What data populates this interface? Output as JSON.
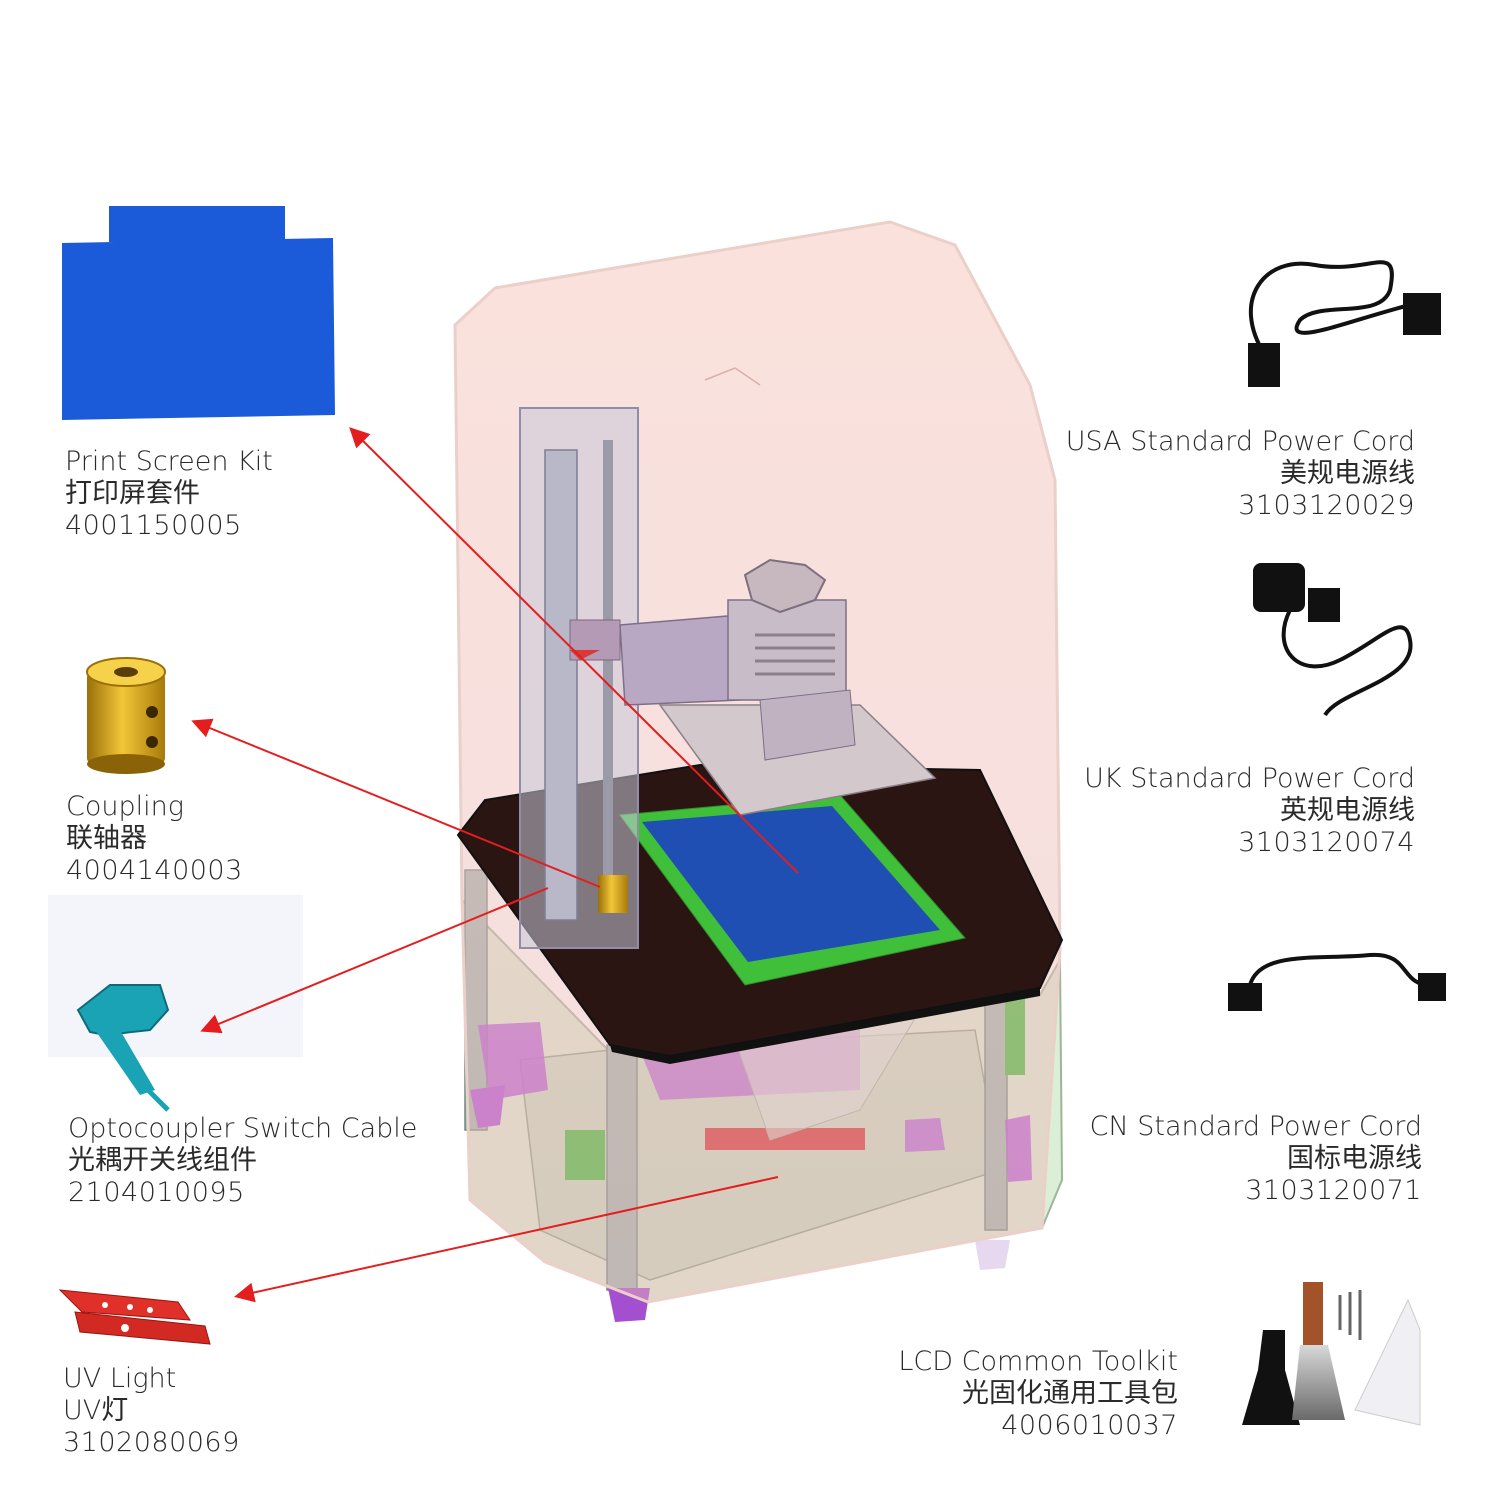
{
  "parts": {
    "print_screen_kit": {
      "en": "Print Screen Kit",
      "cn": "打印屏套件",
      "code": "4001150005"
    },
    "coupling": {
      "en": "Coupling",
      "cn": "联轴器",
      "code": "4004140003"
    },
    "optocoupler": {
      "en": "Optocoupler Switch Cable",
      "cn": "光耦开关线组件",
      "code": "2104010095"
    },
    "uv_light": {
      "en": "UV Light",
      "cn": "UV灯",
      "code": "3102080069"
    },
    "usa_cord": {
      "en": "USA Standard Power Cord",
      "cn": "美规电源线",
      "code": "3103120029"
    },
    "uk_cord": {
      "en": "UK Standard Power Cord",
      "cn": "英规电源线",
      "code": "3103120074"
    },
    "cn_cord": {
      "en": "CN Standard Power Cord",
      "cn": "国标电源线",
      "code": "3103120071"
    },
    "toolkit": {
      "en": "LCD Common Toolkit",
      "cn": "光固化通用工具包",
      "code": "4006010037"
    }
  },
  "colors": {
    "arrow": "#e41e1e",
    "screen_blue": "#1b5ad8",
    "lcd_green": "#3fbf3a",
    "coupling_gold": "#c99a18",
    "opto_teal": "#1aa3b5",
    "uv_red": "#e0302a",
    "base_purple": "#b04fd8"
  }
}
